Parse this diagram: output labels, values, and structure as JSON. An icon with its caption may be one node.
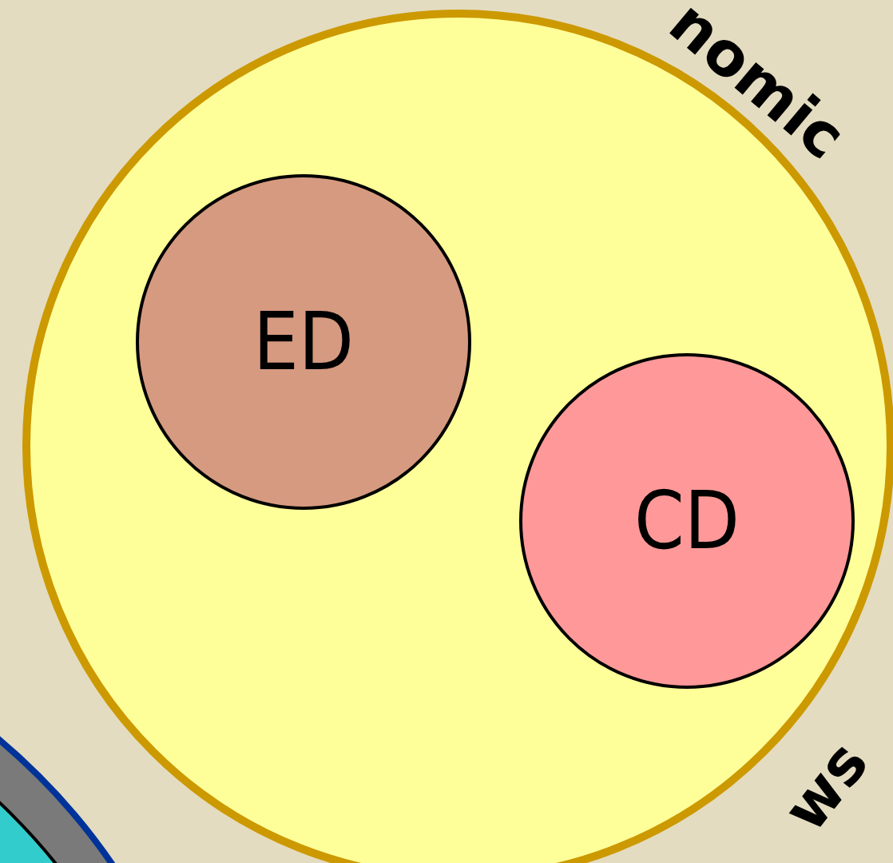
{
  "diagram": {
    "nodes": [
      {
        "text": [],
        "shape": "circle"
      },
      {
        "text": [
          "ED"
        ],
        "in": 0
      },
      {
        "text": [
          "CD"
        ],
        "in": 0
      },
      {
        "text": [],
        "shape": "circle"
      },
      {
        "text": [],
        "shape": "circle",
        "in": 3
      }
    ],
    "labels": [
      "nomic",
      "ws"
    ]
  }
}
